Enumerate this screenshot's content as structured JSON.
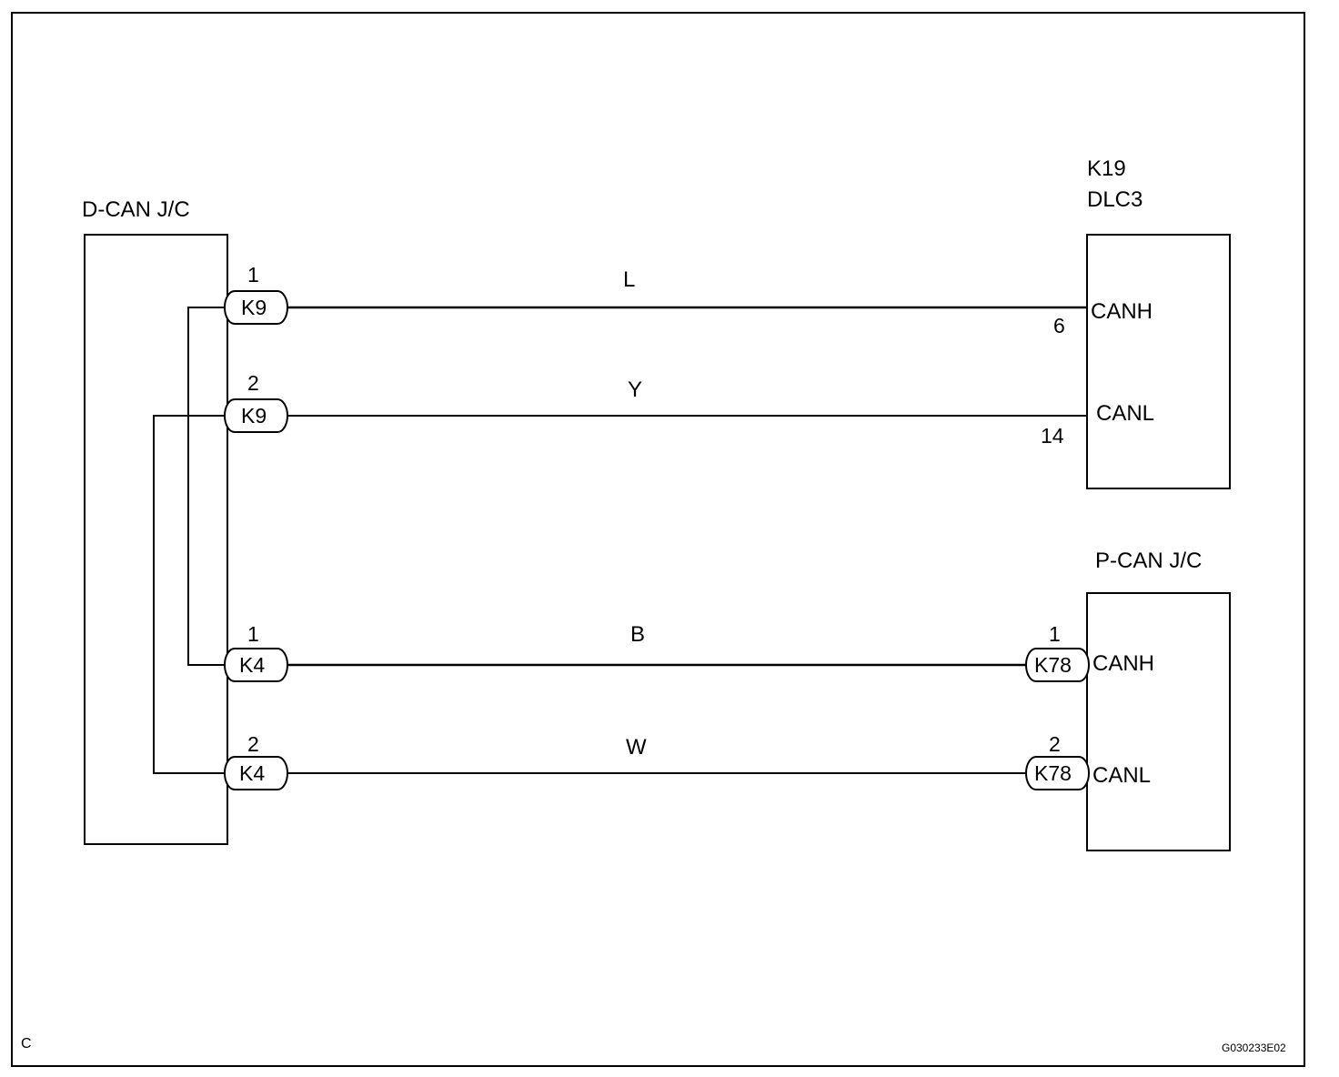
{
  "components": {
    "dcan": {
      "title": "D-CAN J/C"
    },
    "dlc3": {
      "code": "K19",
      "title": "DLC3",
      "pins": {
        "canh": "CANH",
        "canl": "CANL"
      },
      "pin_numbers": {
        "canh": "6",
        "canl": "14"
      }
    },
    "pcan": {
      "title": "P-CAN J/C",
      "pins": {
        "canh": "CANH",
        "canl": "CANL"
      }
    }
  },
  "connectors": {
    "k9_1": {
      "code": "K9",
      "pin": "1"
    },
    "k9_2": {
      "code": "K9",
      "pin": "2"
    },
    "k4_1": {
      "code": "K4",
      "pin": "1"
    },
    "k4_2": {
      "code": "K4",
      "pin": "2"
    },
    "k78_1": {
      "code": "K78",
      "pin": "1"
    },
    "k78_2": {
      "code": "K78",
      "pin": "2"
    }
  },
  "wires": {
    "l": {
      "color_code": "L"
    },
    "y": {
      "color_code": "Y"
    },
    "b": {
      "color_code": "B"
    },
    "w": {
      "color_code": "W"
    }
  },
  "footer": {
    "left": "C",
    "right": "G030233E02"
  }
}
